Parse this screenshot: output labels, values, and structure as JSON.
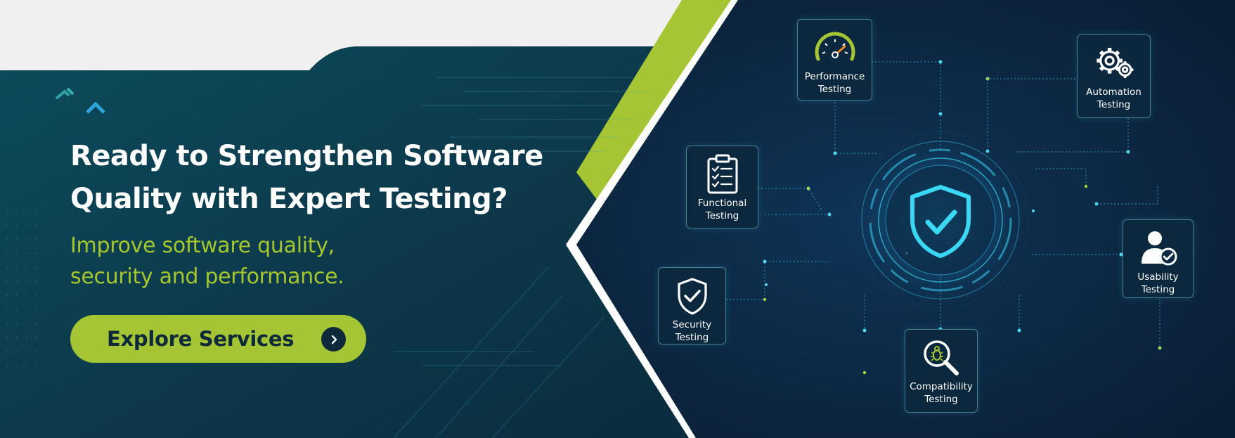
{
  "hero": {
    "headline_line1": "Ready to Strengthen Software",
    "headline_line2": "Quality with Expert Testing?",
    "subhead_line1": "Improve software quality,",
    "subhead_line2": "security and performance.",
    "cta_label": "Explore Services"
  },
  "services": [
    {
      "line1": "Performance",
      "line2": "Testing",
      "icon": "speedometer-icon"
    },
    {
      "line1": "Automation",
      "line2": "Testing",
      "icon": "gears-icon"
    },
    {
      "line1": "Functional",
      "line2": "Testing",
      "icon": "clipboard-checklist-icon"
    },
    {
      "line1": "Usability",
      "line2": "Testing",
      "icon": "user-check-icon"
    },
    {
      "line1": "Security",
      "line2": "Testing",
      "icon": "shield-check-icon"
    },
    {
      "line1": "Compatibility",
      "line2": "Testing",
      "icon": "magnifier-bug-icon"
    }
  ],
  "colors": {
    "accent_green": "#a6c534",
    "dark_navy": "#0e2a3a",
    "teal_panel": "#0d4050",
    "cyan_glow": "#34d6f0"
  }
}
